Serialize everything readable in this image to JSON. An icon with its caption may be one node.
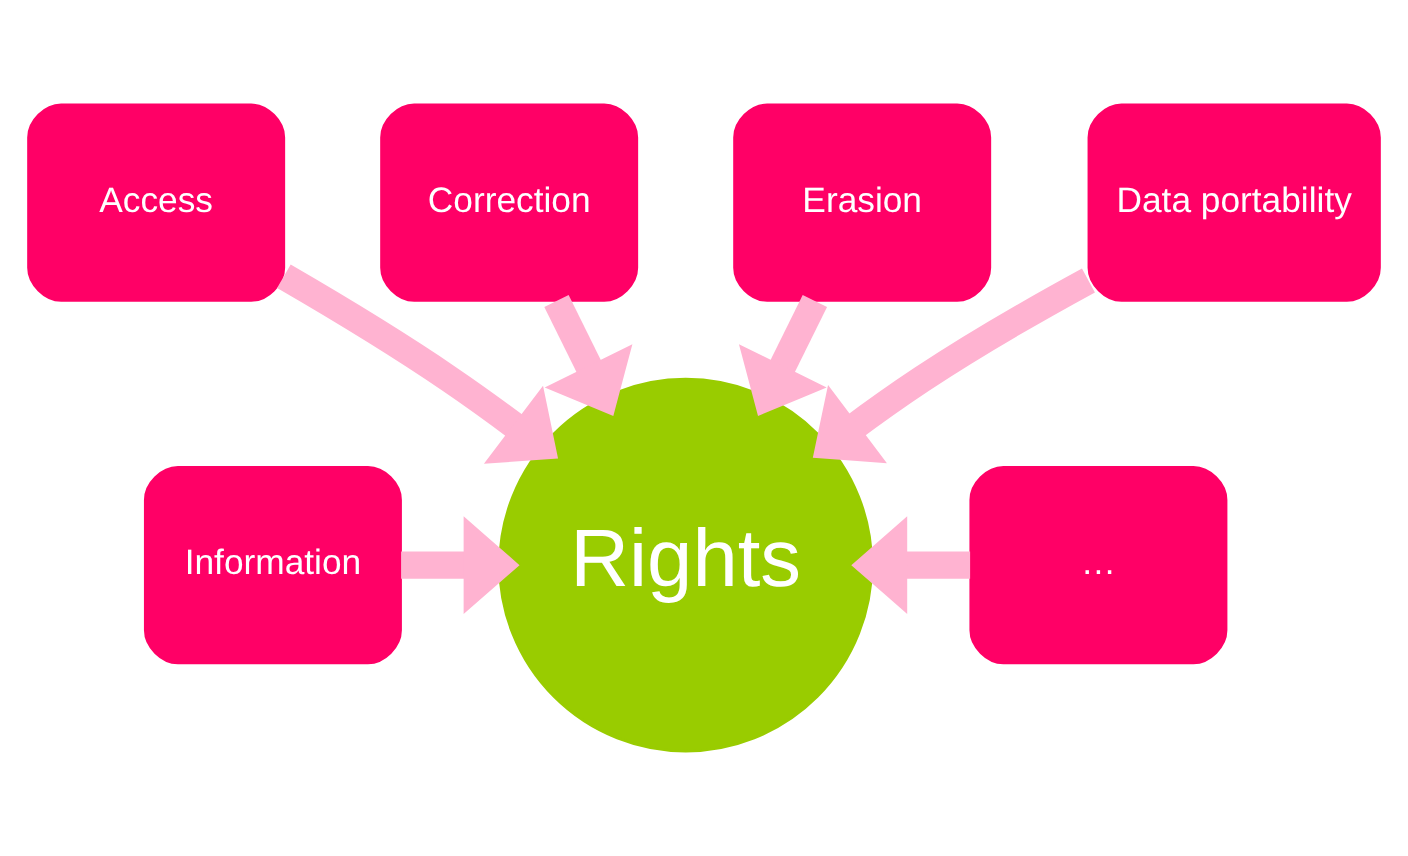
{
  "diagram": {
    "nodes": [
      {
        "text": [
          "Rights"
        ]
      },
      {
        "text": [
          "Information"
        ]
      },
      {
        "text": [
          "Access"
        ]
      },
      {
        "text": [
          "Correction"
        ]
      },
      {
        "text": [
          "Erasion"
        ]
      },
      {
        "text": [
          "Data portability"
        ]
      },
      {
        "text": [
          "…"
        ]
      }
    ],
    "edges": [
      {
        "from": 1,
        "to": 0,
        "arrow": "to"
      },
      {
        "from": 2,
        "to": 0,
        "arrow": "to"
      },
      {
        "from": 3,
        "to": 0,
        "arrow": "to"
      },
      {
        "from": 4,
        "to": 0,
        "arrow": "to"
      },
      {
        "from": 5,
        "to": 0,
        "arrow": "to"
      },
      {
        "from": 6,
        "to": 0,
        "arrow": "to"
      }
    ]
  }
}
